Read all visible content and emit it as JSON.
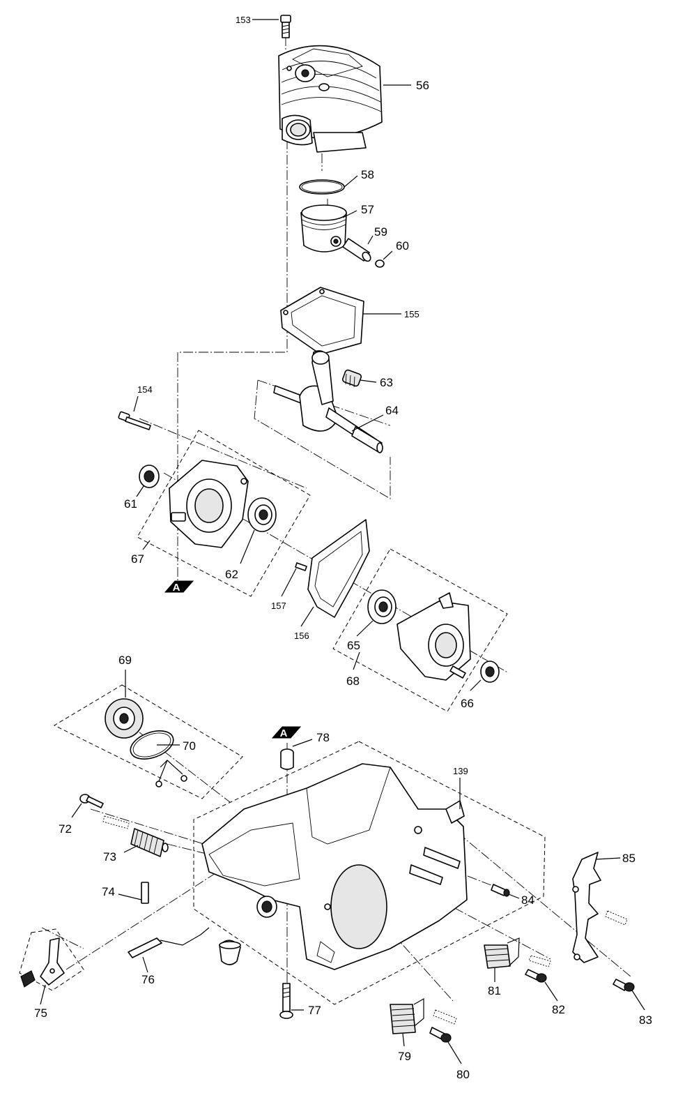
{
  "callouts": {
    "c153": "153",
    "c56": "56",
    "c58": "58",
    "c57": "57",
    "c59": "59",
    "c60": "60",
    "c155": "155",
    "c63": "63",
    "c64": "64",
    "c154": "154",
    "c61": "61",
    "c67": "67",
    "c62": "62",
    "c157": "157",
    "c156": "156",
    "c65": "65",
    "c68": "68",
    "c66": "66",
    "c69": "69",
    "c70": "70",
    "c78": "78",
    "c139": "139",
    "c72": "72",
    "c73": "73",
    "c74": "74",
    "c75": "75",
    "c76": "76",
    "c77": "77",
    "c79": "79",
    "c80": "80",
    "c81": "81",
    "c82": "82",
    "c83": "83",
    "c84": "84",
    "c85": "85"
  },
  "markers": {
    "a_upper": "A",
    "a_lower": "A"
  }
}
